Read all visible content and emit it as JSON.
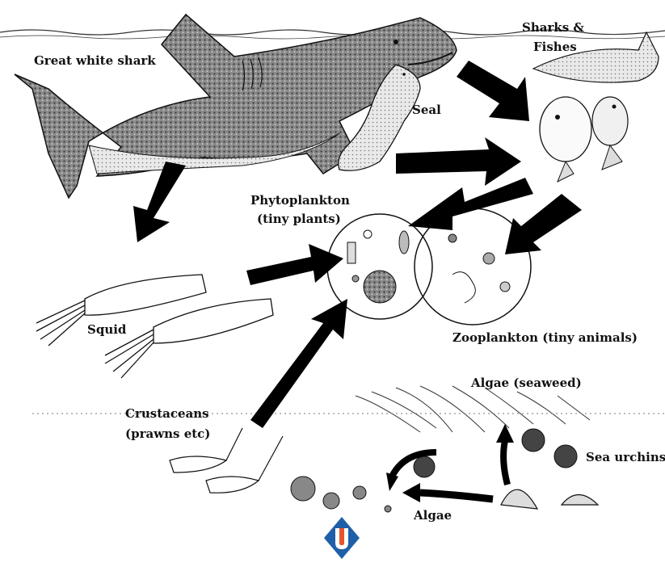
{
  "labels": {
    "great_white_shark": "Great white shark",
    "sharks_fishes_line1": "Sharks &",
    "sharks_fishes_line2": "Fishes",
    "seal": "Seal",
    "phytoplankton_line1": "Phytoplankton",
    "phytoplankton_line2": "(tiny plants)",
    "zooplankton": "Zooplankton (tiny animals)",
    "squid": "Squid",
    "algae_seaweed": "Algae (seaweed)",
    "crustaceans_line1": "Crustaceans",
    "crustaceans_line2": "(prawns etc)",
    "sea_urchins": "Sea urchins",
    "algae": "Algae"
  },
  "colors": {
    "ink": "#111111",
    "shark_fill": "#7a7a7a",
    "shark_belly": "#f2f2f2",
    "logo_blue": "#1f5fa8",
    "logo_orange": "#e8552a"
  },
  "icons": [
    "shark-icon",
    "fish-icon",
    "seal-icon",
    "squid-icon",
    "prawn-icon",
    "sea-urchin-icon",
    "snail-icon",
    "seaweed-icon",
    "logo-icon"
  ]
}
